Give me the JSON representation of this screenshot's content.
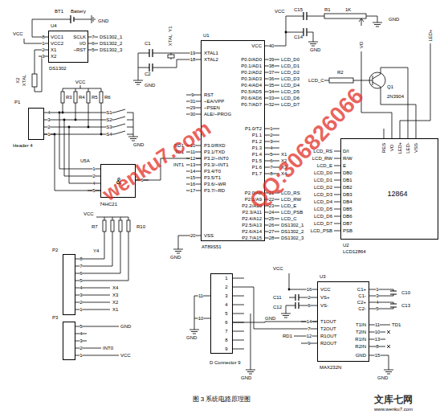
{
  "diagram": {
    "caption": "图 3 系统电路原理图",
    "nodes": [
      {
        "text": [
          "U4",
          "DS1302"
        ]
      },
      {
        "text": [
          "U1",
          "AT89S51"
        ]
      },
      {
        "text": [
          "P1",
          "Header 4"
        ]
      },
      {
        "text": [
          "U5A",
          "&",
          "74HC21"
        ]
      },
      {
        "text": [
          "12864",
          "U2",
          "LCD12864"
        ]
      },
      {
        "text": [
          "P2"
        ]
      },
      {
        "text": [
          "P3"
        ]
      },
      {
        "text": [
          "D Connector 9"
        ]
      },
      {
        "text": [
          "U3",
          "MAX232N"
        ]
      }
    ],
    "edges": [
      {
        "from": 2,
        "to": 3,
        "arrow": "none"
      },
      {
        "from": 3,
        "to": 1,
        "arrow": "none"
      },
      {
        "from": 7,
        "to": 8,
        "arrow": "none"
      }
    ],
    "labels": [
      "BT1",
      "Battery",
      "VCC1",
      "VCC2",
      "X1",
      "X2",
      "SCLK",
      "I/O",
      "~RST",
      "7",
      "6",
      "5",
      "DS1302_1",
      "DS1302_2",
      "DS1302_3",
      "8",
      "1",
      "2",
      "3",
      "VCC",
      "X2",
      "XTAL",
      "GND",
      "C1",
      "C2",
      "Y1",
      "XTAL",
      "GND",
      "XTAL1",
      "XTAL2",
      "19",
      "18",
      "RST",
      "~EA/VPP",
      "~PSEN",
      "ALE/~PROG",
      "9",
      "31",
      "29",
      "30",
      "P3.0/RXD",
      "P3.1/TXD",
      "P3.2/~INT0",
      "P3.3/~INT1",
      "P3.4/T0",
      "P3.5/T1",
      "P3.6/~WR",
      "P3.7/~RD",
      "10",
      "11",
      "12",
      "13",
      "14",
      "15",
      "16",
      "17",
      "RD1",
      "TD1",
      "INT1",
      "VSS",
      "20",
      "VCC",
      "40",
      "P0.0/AD0",
      "P0.1/AD1",
      "P0.2/AD2",
      "P0.3/AD3",
      "P0.4/AD4",
      "P0.5/AD5",
      "P0.6/AD6",
      "P0.7/AD7",
      "39",
      "38",
      "37",
      "36",
      "35",
      "34",
      "33",
      "32",
      "LCD_D0",
      "LCD_D1",
      "LCD_D2",
      "LCD_D3",
      "LCD_D4",
      "LCD_D5",
      "LCD_D6",
      "LCD_D7",
      "P1.0/T2",
      "P1.1",
      "P1.2",
      "P1.3",
      "P1.4",
      "P1.5",
      "P1.6",
      "P1.7",
      "1",
      "2",
      "3",
      "4",
      "5",
      "6",
      "7",
      "8",
      "X1",
      "X2",
      "X3",
      "X4",
      "P2.0/A8",
      "P2.1/A9",
      "P2.2/A10",
      "P2.3/A11",
      "P2.4/A12",
      "P2.5/A13",
      "P2.6/A14",
      "P2.7/A15",
      "21",
      "22",
      "23",
      "24",
      "25",
      "26",
      "27",
      "28",
      "LCD_RS",
      "LCD_RW",
      "LCD_E",
      "LCD_PSB",
      "LCD_C",
      "DS1302_1",
      "DS1302_2",
      "DS1302_3",
      "VCC",
      "C15",
      "C14",
      "GND",
      "R1",
      "1K",
      "VO",
      "GND",
      "LCD_C",
      "R2",
      "Q1",
      "2N3904",
      "LED+",
      "D/I",
      "R/W",
      "E",
      "DB0",
      "DB1",
      "DB2",
      "DB3",
      "DB4",
      "DB5",
      "DB6",
      "DB7",
      "PSB",
      "RES",
      "VO",
      "LED+",
      "LED-",
      "VSS",
      "LCD_RS",
      "LCD_RW",
      "LCD_E",
      "LCD_D0",
      "LCD_D1",
      "LCD_D2",
      "LCD_D3",
      "LCD_D4",
      "LCD_D5",
      "LCD_D6",
      "LCD_D7",
      "LCD_PSB",
      "R3",
      "R4",
      "R5",
      "R6",
      "VCC",
      "S1",
      "S2",
      "S3",
      "S4",
      "GND",
      "4",
      "3",
      "2",
      "1",
      "1",
      "2",
      "4",
      "5",
      "6",
      "VCC",
      "R7",
      "R10",
      "Y4",
      "8",
      "7",
      "6",
      "5",
      "4",
      "3",
      "2",
      "1",
      "X4",
      "X3",
      "X2",
      "X1",
      "5",
      "4",
      "3",
      "2",
      "1",
      "GND",
      "INT0",
      "VCC",
      "1",
      "2",
      "3",
      "4",
      "5",
      "6",
      "7",
      "8",
      "9",
      "11",
      "10",
      "GND",
      "VCC",
      "VCC",
      "VS+",
      "VS-",
      "T1OUT",
      "T2OUT",
      "R1OUT",
      "R2OUT",
      "16",
      "2",
      "6",
      "14",
      "7",
      "12",
      "9",
      "C1+",
      "C1-",
      "C2+",
      "C2-",
      "T1IN",
      "T2IN",
      "R1IN",
      "R2IN",
      "GND",
      "1",
      "3",
      "4",
      "5",
      "11",
      "10",
      "13",
      "8",
      "15",
      "C10",
      "C13",
      "C11",
      "C12",
      "GND",
      "TD1",
      "RD1",
      "GND",
      "GND",
      "GND",
      "wenku7.com",
      "QQ:306826066",
      "文库七网",
      "www.wenku7.com"
    ]
  }
}
